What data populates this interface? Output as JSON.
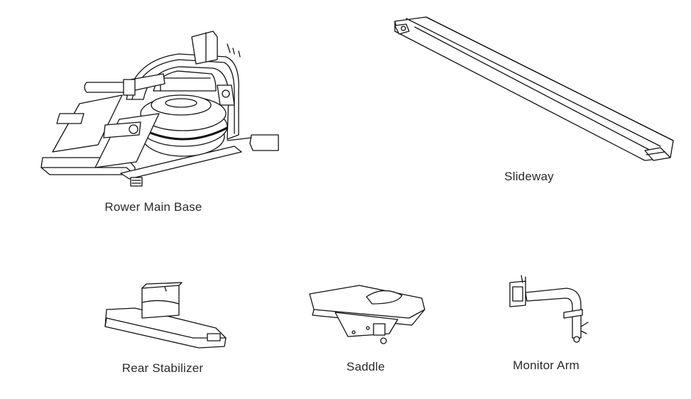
{
  "parts": [
    {
      "id": "rower-main-base",
      "label": "Rower Main Base"
    },
    {
      "id": "slideway",
      "label": "Slideway"
    },
    {
      "id": "rear-stabilizer",
      "label": "Rear Stabilizer"
    },
    {
      "id": "saddle",
      "label": "Saddle"
    },
    {
      "id": "monitor-arm",
      "label": "Monitor Arm"
    }
  ]
}
